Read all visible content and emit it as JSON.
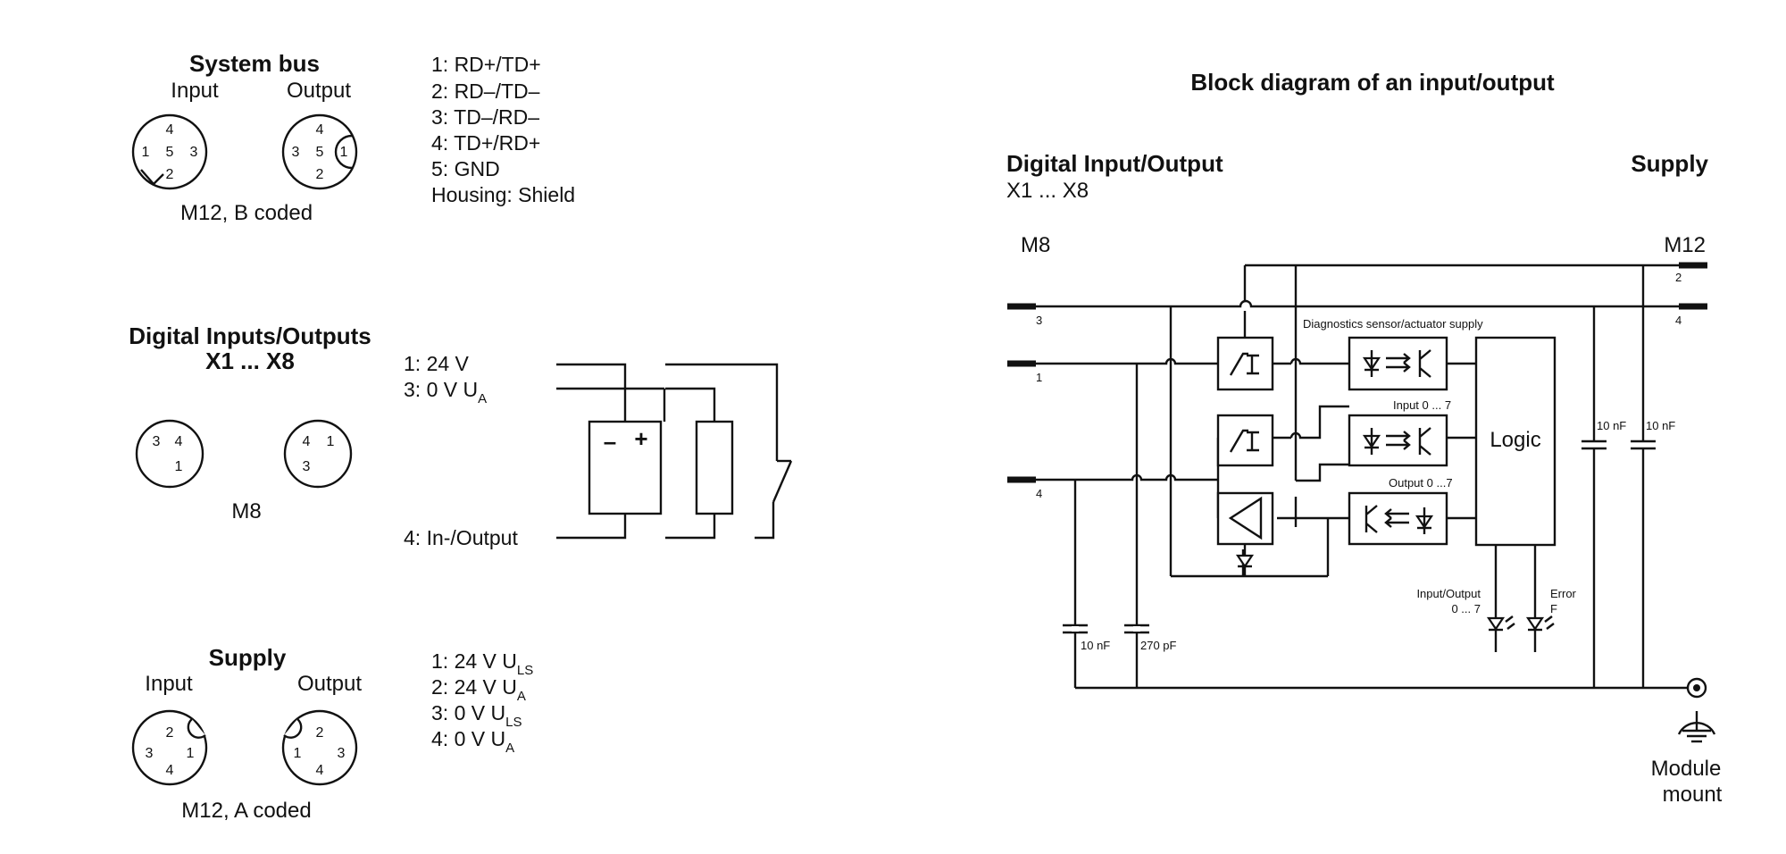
{
  "system_bus": {
    "title": "System bus",
    "input_label": "Input",
    "output_label": "Output",
    "connector_label": "M12, B coded",
    "input_pins": [
      "4",
      "1",
      "5",
      "3",
      "2"
    ],
    "output_pins": [
      "4",
      "3",
      "5",
      "1",
      "2"
    ],
    "pin_list": [
      "1: RD+/TD+",
      "2: RD–/TD–",
      "3: TD–/RD–",
      "4: TD+/RD+",
      "5: GND",
      "Housing: Shield"
    ]
  },
  "digital_io": {
    "title": "Digital Inputs/Outputs",
    "subtitle": "X1 ... X8",
    "connector_label": "M8",
    "left_pins": [
      "3",
      "4",
      "1"
    ],
    "right_pins": [
      "4",
      "1",
      "3"
    ],
    "pin1": "1: 24 V",
    "pin3_main": "3: 0 V U",
    "pin3_sub": "A",
    "pin4": "4: In-/Output",
    "minus_sign": "–",
    "plus_sign": "+"
  },
  "supply": {
    "title": "Supply",
    "input_label": "Input",
    "output_label": "Output",
    "connector_label": "M12, A coded",
    "input_pins": [
      "2",
      "3",
      "1",
      "4"
    ],
    "output_pins": [
      "2",
      "1",
      "3",
      "4"
    ],
    "pin_list": [
      {
        "main": "1: 24 V U",
        "sub": "LS"
      },
      {
        "main": "2: 24 V U",
        "sub": "A"
      },
      {
        "main": "3: 0 V U",
        "sub": "LS"
      },
      {
        "main": "4: 0 V U",
        "sub": "A"
      }
    ]
  },
  "block_diagram": {
    "title": "Block diagram of an input/output",
    "left_title": "Digital Input/Output",
    "left_subtitle": "X1 ... X8",
    "right_title": "Supply",
    "m8_label": "M8",
    "m12_label": "M12",
    "m8_pins": [
      "3",
      "1",
      "4"
    ],
    "m12_pins": [
      "2",
      "4"
    ],
    "diag_label": "Diagnostics sensor/actuator supply",
    "input_label": "Input 0 ... 7",
    "output_label": "Output 0 ...7",
    "logic_label": "Logic",
    "cap_labels": [
      "10 nF",
      "270 pF",
      "10 nF",
      "10 nF"
    ],
    "led_io_label": "Input/Output",
    "led_io_range": "0 ... 7",
    "led_err_label": "Error",
    "led_err_letter": "F",
    "module_mount_line1": "Module",
    "module_mount_line2": "mount"
  }
}
